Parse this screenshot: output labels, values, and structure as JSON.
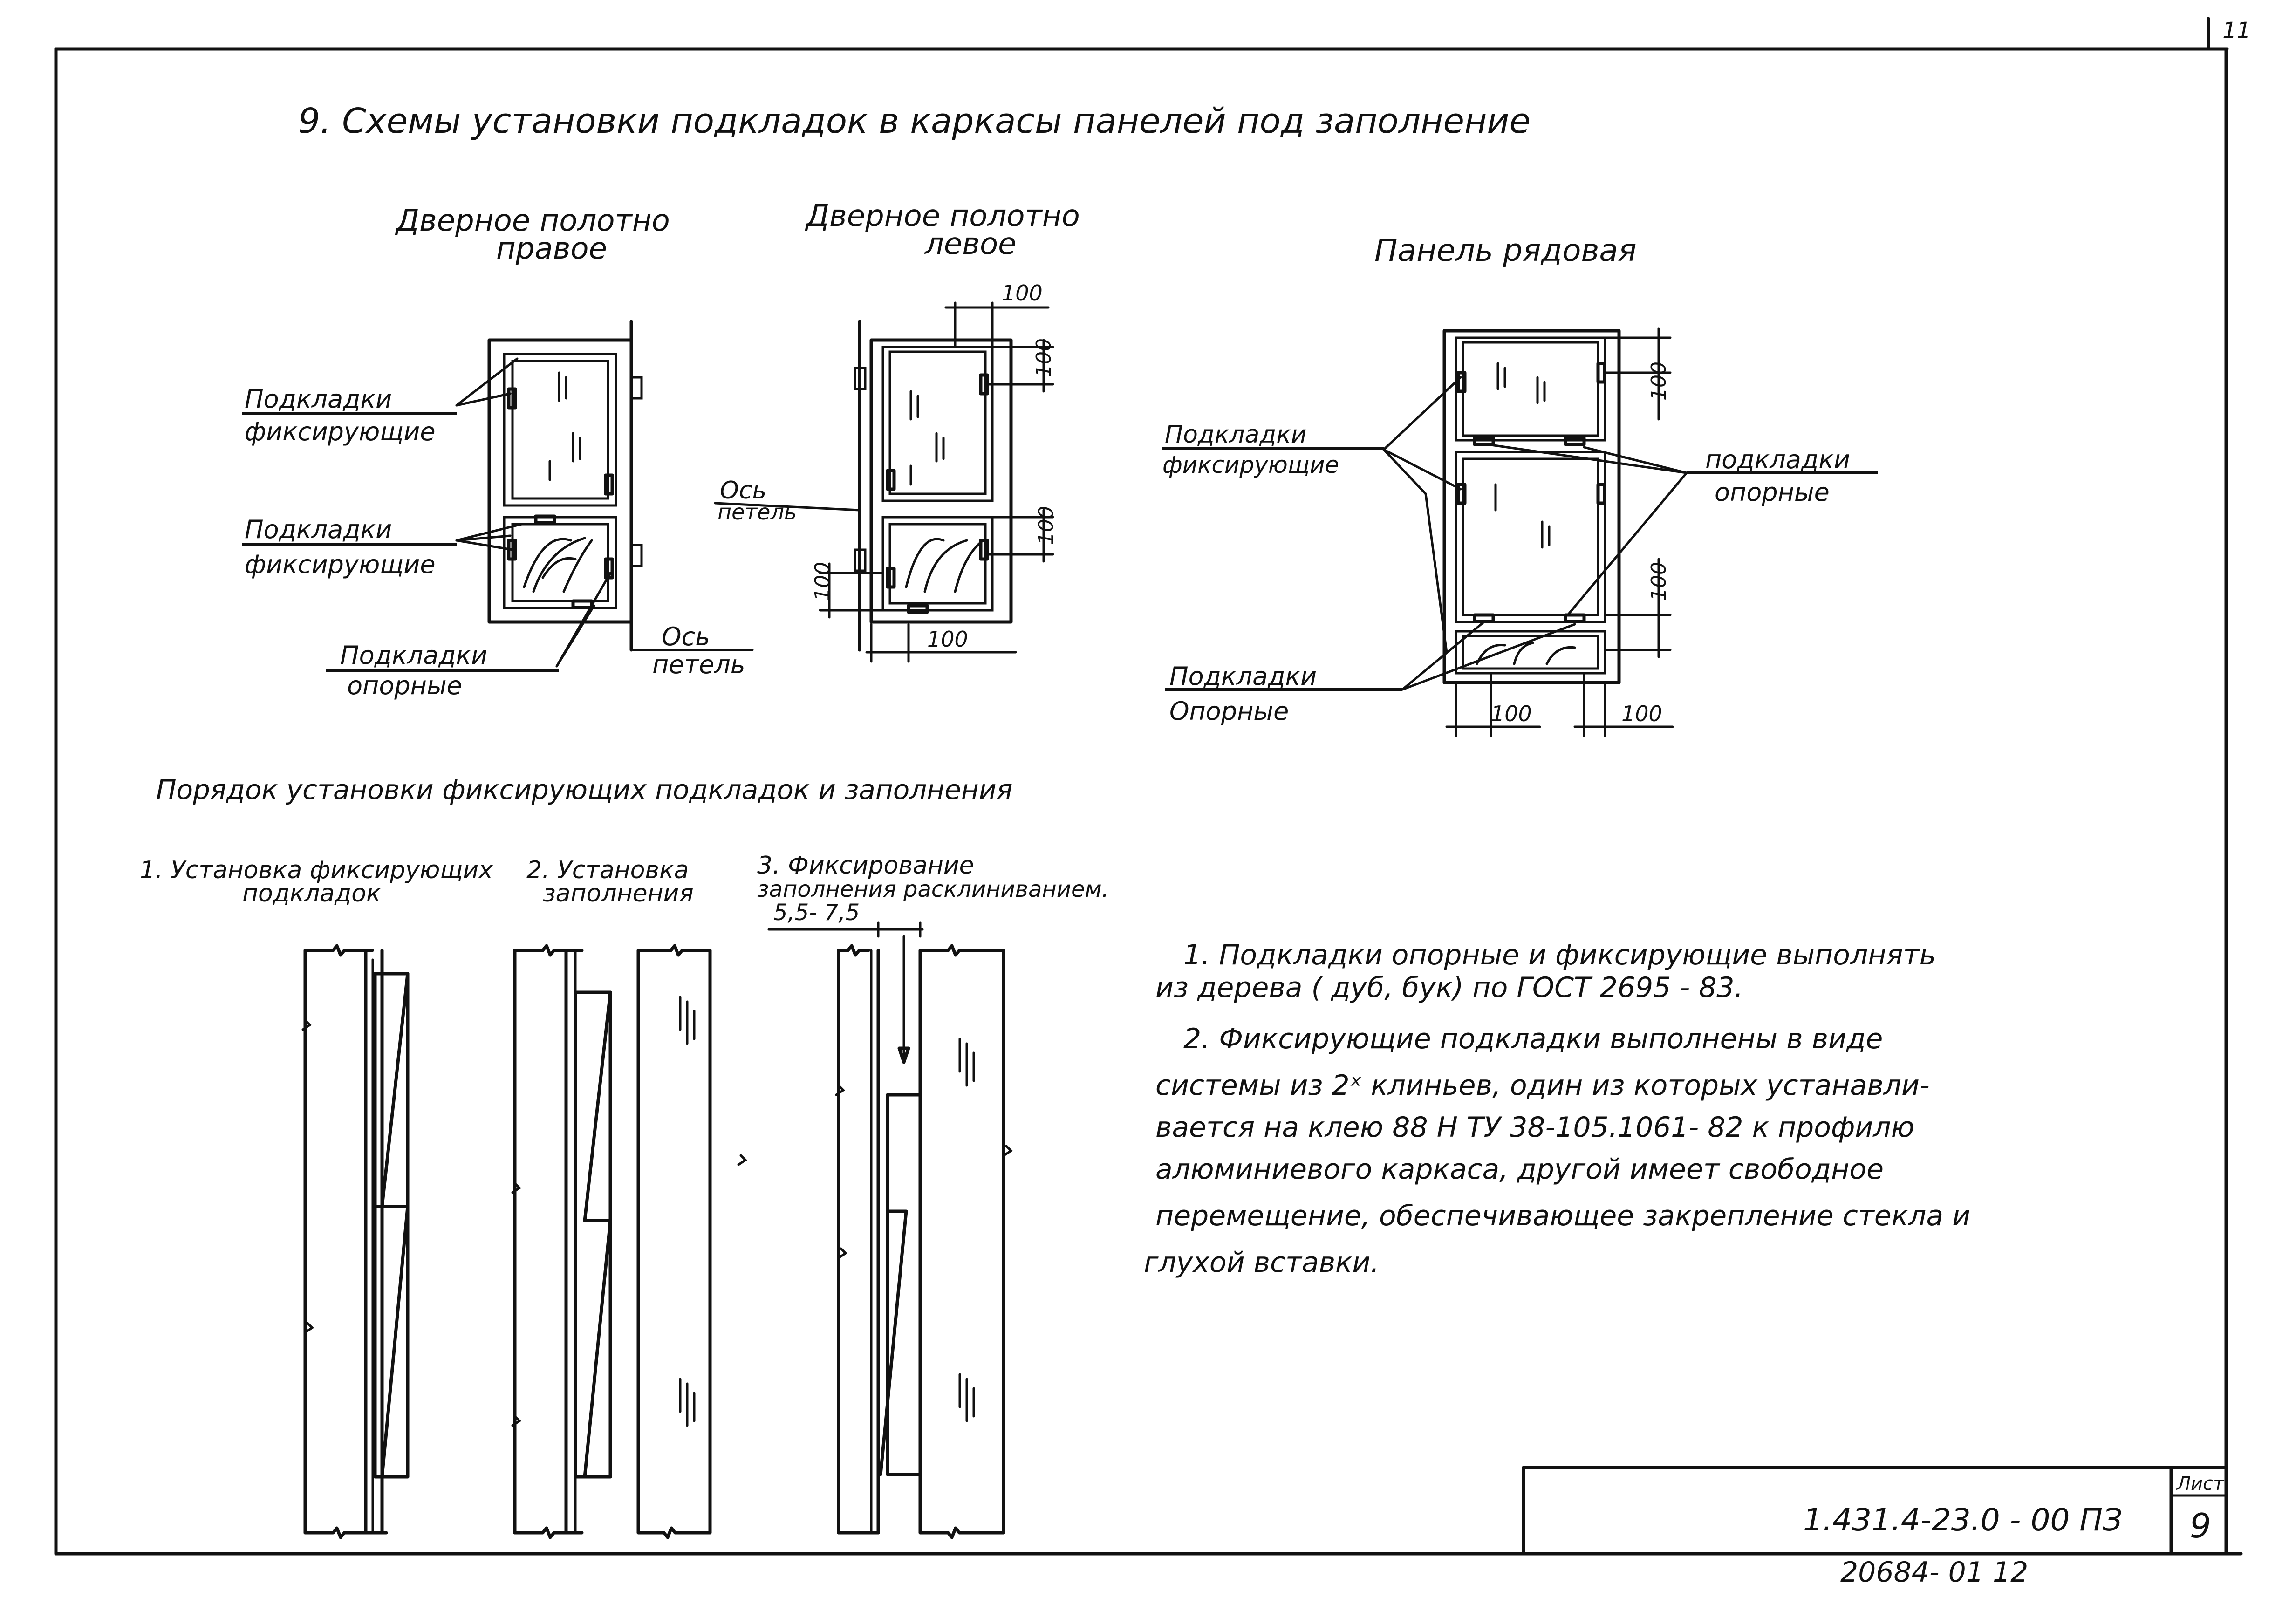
{
  "sheet_number_top": "11",
  "title": "9. Схемы   установки   подкладок  в  каркасы панелей  под  заполнение",
  "door_right": {
    "caption_1": "Дверное полотно",
    "caption_2": "правое",
    "label_fix_1a": "Подкладки",
    "label_fix_1b": "фиксирующие",
    "label_fix_2a": "Подкладки",
    "label_fix_2b": "фиксирующие",
    "label_sup_a": "Подкладки",
    "label_sup_b": "опорные",
    "axis_a": "Ось",
    "axis_b": "петель"
  },
  "door_left": {
    "caption_1": "Дверное полотно",
    "caption_2": "левое",
    "axis_a": "Ось",
    "axis_b": "петель",
    "dim_top": "100",
    "dim_right_top": "100",
    "dim_right_mid": "100",
    "dim_left": "100",
    "dim_bottom": "100"
  },
  "panel": {
    "caption": "Панель рядовая",
    "label_fix_a": "Подкладки",
    "label_fix_b": "фиксирующие",
    "label_sup_right_a": "подкладки",
    "label_sup_right_b": "опорные",
    "label_sup_bottom_a": "Подкладки",
    "label_sup_bottom_b": "Опорные",
    "dim_right_1": "100",
    "dim_right_2": "100",
    "dim_bottom_left": "100",
    "dim_bottom_right": "100"
  },
  "order": {
    "heading": "Порядок установки фиксирующих подкладок и заполнения",
    "step1_a": "1. Установка фиксирующих",
    "step1_b": "подкладок",
    "step2_a": "2. Установка",
    "step2_b": "заполнения",
    "step3_a": "3. Фиксирование",
    "step3_b": "заполнения расклиниванием.",
    "step3_dim": "5,5- 7,5"
  },
  "notes": {
    "n1_l1": "1. Подкладки  опорные и фиксирующие выполнять",
    "n1_l2": "из  дерева  ( дуб, бук)  по  ГОСТ  2695 - 83.",
    "n2_l1": "2. Фиксирующие  подкладки  выполнены  в  виде",
    "n2_l2": "системы  из  2ˣ  клиньев,  один  из  которых  устанавли-",
    "n2_l3": "вается  на  клею  88 Н   ТУ 38-105.1061- 82  к  профилю",
    "n2_l4": "алюминиевого  каркаса,  другой  имеет   свободное",
    "n2_l5": "перемещение,  обеспечивающее  закрепление  стекла и",
    "n2_l6": "глухой  вставки."
  },
  "title_block": {
    "doc_code": "1.431.4-23.0 - 00 ПЗ",
    "sheet_label": "Лист",
    "sheet_value": "9",
    "archive_code": "20684- 01  12"
  }
}
